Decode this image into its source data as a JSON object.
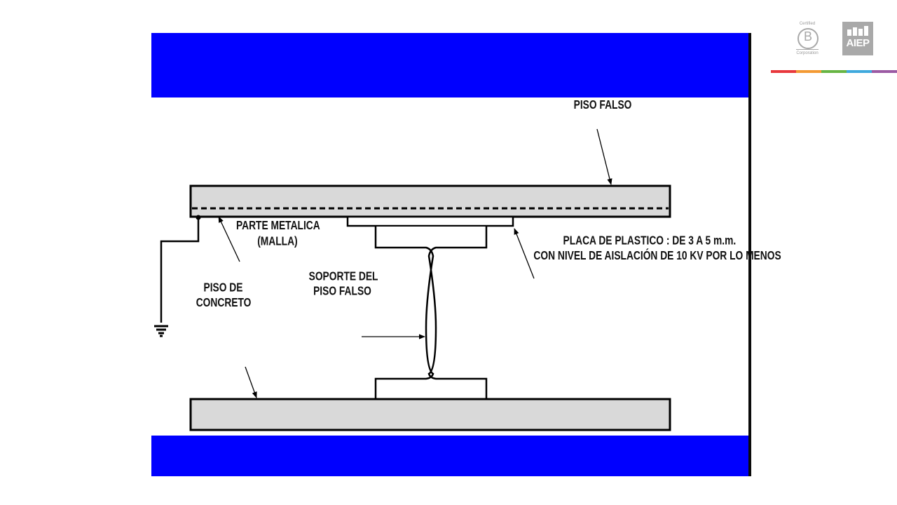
{
  "colors": {
    "band": "#0000ff",
    "diagram_line": "#000000",
    "slab_fill": "#d9d9d9"
  },
  "diagram": {
    "labels": {
      "piso_falso": "PISO FALSO",
      "parte_metalica_1": "PARTE METALICA",
      "parte_metalica_2": "(MALLA)",
      "placa_1": "PLACA DE PLASTICO :  DE    3   A    5 m.m.",
      "placa_2": "CON NIVEL DE AISLACIÓN DE 10 KV  POR LO MENOS",
      "soporte_1": "SOPORTE DEL",
      "soporte_2": "PISO FALSO",
      "piso_concreto_1": "PISO DE",
      "piso_concreto_2": "CONCRETO"
    }
  },
  "logos": {
    "cert_top": "Certified",
    "cert_letter": "B",
    "cert_bottom": "Corporation",
    "aiep": "AIEP",
    "stripe_colors": [
      "#e8383d",
      "#f39a34",
      "#67b544",
      "#3fa9dd",
      "#9b5aa3"
    ]
  }
}
